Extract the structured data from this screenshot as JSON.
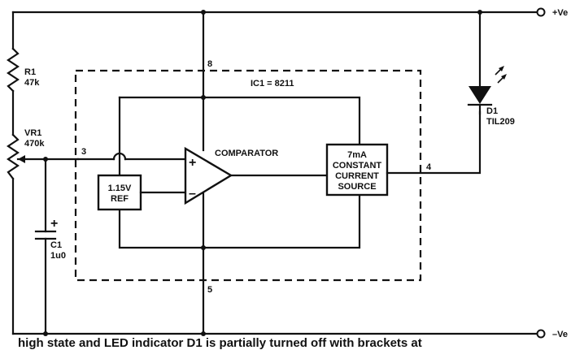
{
  "diagram": {
    "ic_label": "IC1 = 8211",
    "pins": {
      "p8": "8",
      "p3": "3",
      "p4": "4",
      "p5": "5"
    },
    "supply": {
      "pos": "+Ve",
      "neg": "–Ve"
    },
    "r1": {
      "name": "R1",
      "value": "47k"
    },
    "vr1": {
      "name": "VR1",
      "value": "470k"
    },
    "c1": {
      "name": "C1",
      "value": "1u0",
      "polarity": "+"
    },
    "d1": {
      "name": "D1",
      "value": "TIL209"
    },
    "ref": {
      "line1": "1.15V",
      "line2": "REF"
    },
    "comparator": {
      "label": "COMPARATOR",
      "plus": "+",
      "minus": "–"
    },
    "source": {
      "line1": "7mA",
      "line2": "CONSTANT",
      "line3": "CURRENT",
      "line4": "SOURCE"
    }
  },
  "caption": "high state and LED indicator D1 is partially turned off with brackets at"
}
